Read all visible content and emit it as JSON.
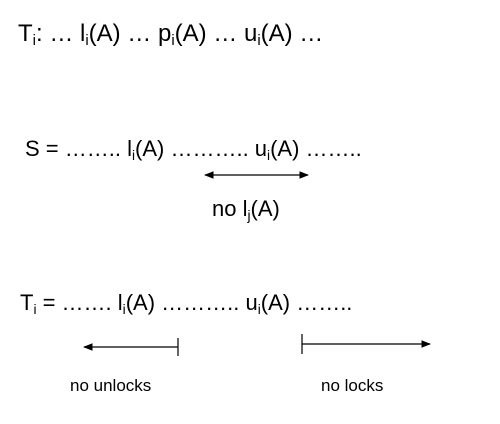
{
  "line1": {
    "prefix": "T",
    "prefix_sub": "i",
    "rest1": ":  … l",
    "sub1": "i",
    "rest2": "(A) … p",
    "sub2": "i",
    "rest3": "(A) … u",
    "sub3": "i",
    "rest4": "(A) …"
  },
  "line2": {
    "start": "S = …….. l",
    "sub1": "i",
    "mid": "(A) ……….. u",
    "sub2": "i",
    "end": "(A) ……..",
    "note_prefix": "no l",
    "note_sub": "j",
    "note_suffix": "(A)"
  },
  "line3": {
    "prefix": "T",
    "prefix_sub": "i",
    "start": " = ……. l",
    "sub1": "i",
    "mid": "(A) ……….. u",
    "sub2": "i",
    "end": "(A) ……..",
    "left_note": "no unlocks",
    "right_note": "no locks"
  }
}
